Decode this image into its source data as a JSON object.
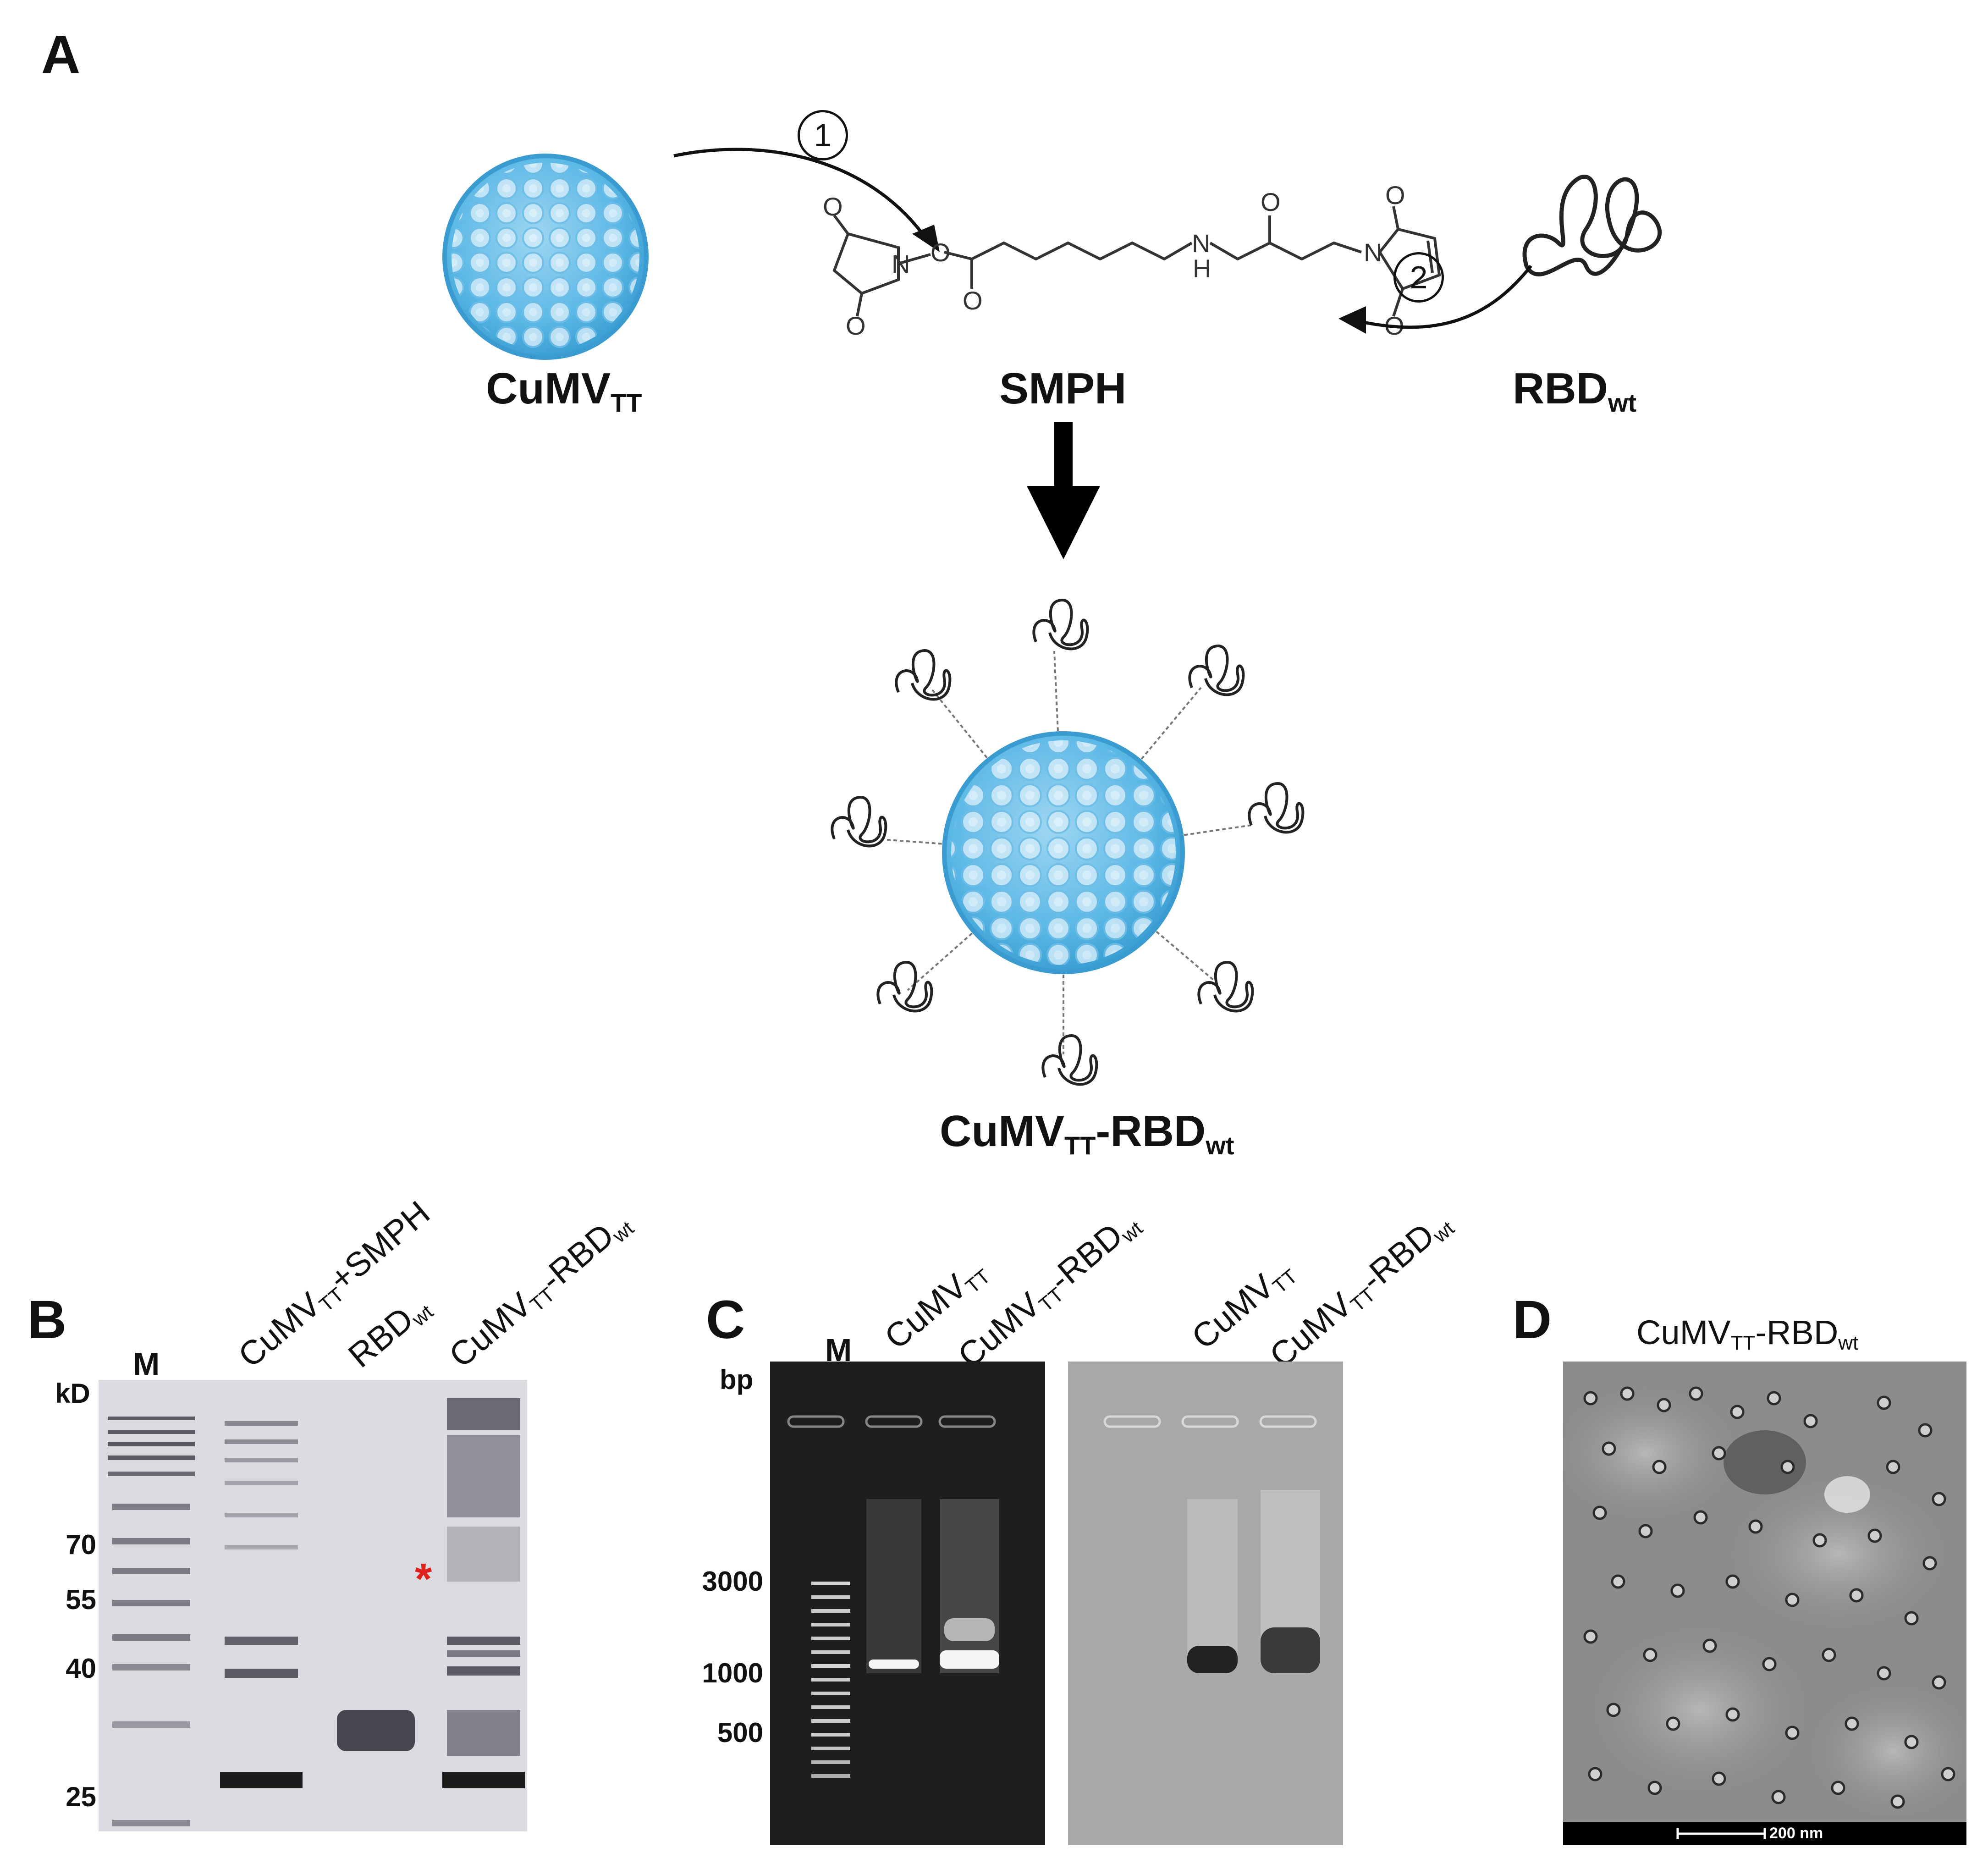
{
  "panels": {
    "a": {
      "letter": "A",
      "circled_step_1": "1",
      "circled_step_2": "2",
      "vlp": {
        "name": "CuMV",
        "sub": "TT"
      },
      "linker": {
        "name": "SMPH"
      },
      "rbd": {
        "name": "RBD",
        "sub": "wt"
      },
      "conjugate": {
        "name1": "CuMV",
        "sub1": "TT",
        "name2": "-RBD",
        "sub2": "wt"
      },
      "structure_atoms": [
        "O",
        "O",
        "N",
        "O",
        "O",
        "N",
        "H",
        "O",
        "O",
        "N",
        "O"
      ],
      "colors": {
        "vlp_blue": "#4fb3e3",
        "vlp_light": "#bfe4f6",
        "arrow": "#000000"
      }
    },
    "b": {
      "letter": "B",
      "axis_unit": "kD",
      "marker_lane": "M",
      "lanes": [
        {
          "name": "CuMV",
          "sub": "TT",
          "suffix": "+SMPH"
        },
        {
          "name": "RBD",
          "sub": "wt",
          "suffix": ""
        },
        {
          "name": "CuMV",
          "sub": "TT",
          "suffix": "-RBD",
          "sub2": "wt"
        }
      ],
      "mw_ticks": [
        "70",
        "55",
        "40",
        "25"
      ],
      "asterisk": "*",
      "asterisk_color": "#e0201c"
    },
    "c": {
      "letter": "C",
      "axis_unit": "bp",
      "marker_lane": "M",
      "lanes_left": [
        {
          "name": "CuMV",
          "sub": "TT",
          "suffix": ""
        },
        {
          "name": "CuMV",
          "sub": "TT",
          "suffix": "-RBD",
          "sub2": "wt"
        }
      ],
      "lanes_right": [
        {
          "name": "CuMV",
          "sub": "TT",
          "suffix": ""
        },
        {
          "name": "CuMV",
          "sub": "TT",
          "suffix": "-RBD",
          "sub2": "wt"
        }
      ],
      "bp_ticks": [
        "3000",
        "1000",
        "500"
      ]
    },
    "d": {
      "letter": "D",
      "title": {
        "name": "CuMV",
        "sub": "TT",
        "suffix": "-RBD",
        "sub2": "wt"
      },
      "scale_bar": "200 nm"
    }
  }
}
